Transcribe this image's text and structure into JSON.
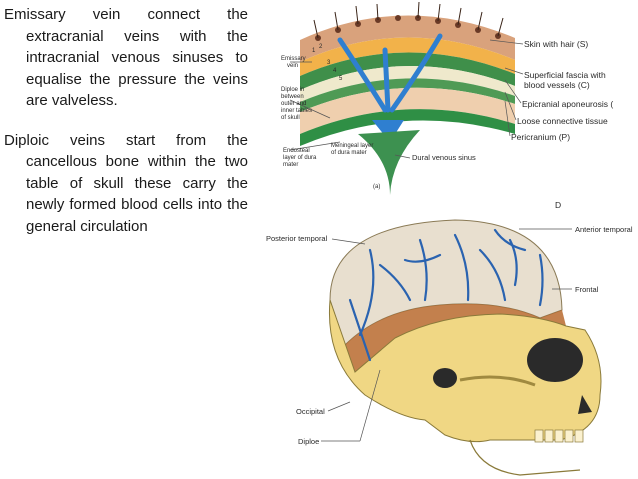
{
  "paragraphs": {
    "emissary": "Emissary vein connect the extracranial veins with the intracranial venous sinuses to equalise the pressure the veins are valveless.",
    "diploic": "Diploic veins start from the cancellous bone within the two table of skull these carry the newly formed blood cells into the general circulation"
  },
  "scalp_diagram": {
    "layers": [
      {
        "label": "Skin with hair (S)",
        "color": "#c98f6a"
      },
      {
        "label": "Superficial fascia with blood vessels (C)",
        "color": "#f2b24a"
      },
      {
        "label": "Epicranial aponeurosis (",
        "color": "#3f8f4a"
      },
      {
        "label": "Loose connective tissue",
        "color": "#e9e3c4"
      },
      {
        "label": "Pericranium (P)",
        "color": "#4f9a55"
      }
    ],
    "left_labels": {
      "emissary_vein": [
        "Emissary",
        "vein"
      ],
      "diploe": [
        "Diploe in",
        "between",
        "outer and",
        "inner tables",
        "of skull"
      ],
      "endosteal": [
        "Endosteal",
        "layer of dura",
        "mater"
      ]
    },
    "bottom_labels": {
      "meningeal": [
        "Meningeal layer",
        "of dura mater"
      ],
      "dural_sinus": "Dural venous sinus",
      "panel": "(a)"
    },
    "layer_numbers": [
      "1",
      "2",
      "3",
      "4",
      "5"
    ],
    "vein_color": "#2f7fd0",
    "cropped_mark": "D"
  },
  "skull_diagram": {
    "labels": {
      "posterior_temporal": "Posterior temporal",
      "anterior_temporal": "Anterior temporal",
      "frontal": "Frontal",
      "occipital": "Occipital",
      "diploe": "Diploe"
    },
    "bone_color": "#f0d784",
    "vein_color": "#2a63b0"
  }
}
